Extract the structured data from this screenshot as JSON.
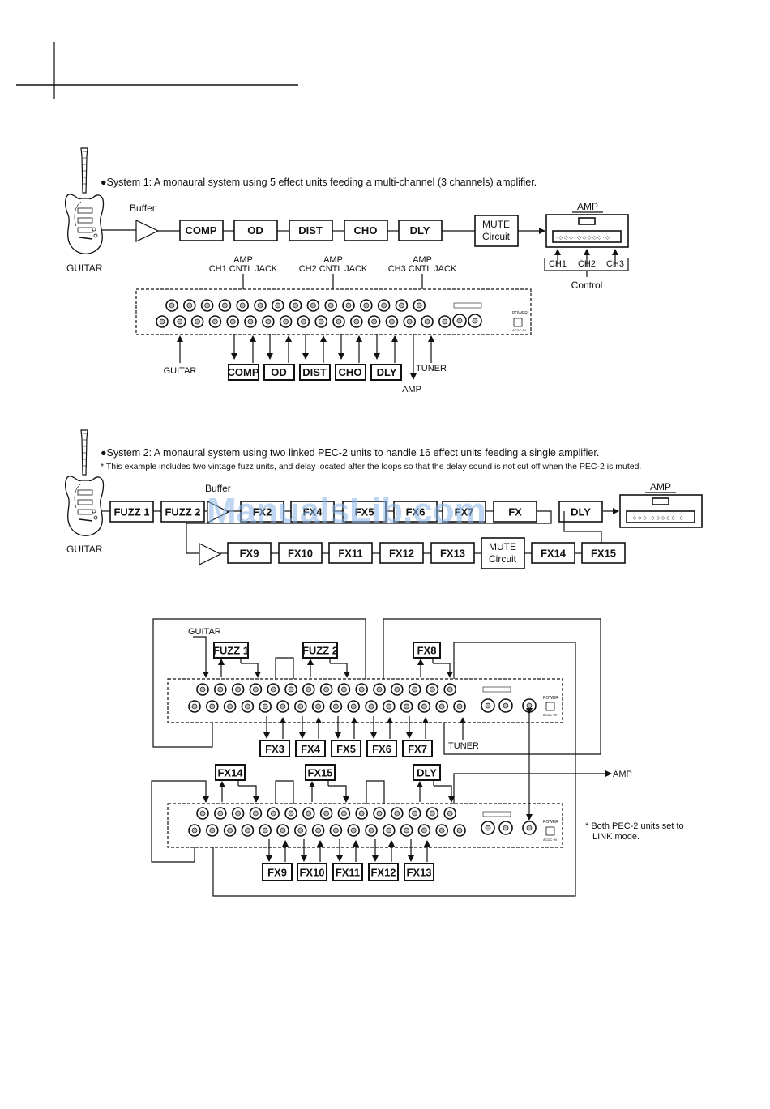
{
  "watermark": "ManualsLib.com",
  "system1": {
    "heading": "●System 1: A monaural system using 5 effect units feeding a multi-channel (3 channels) amplifier.",
    "guitar_label": "GUITAR",
    "buffer_label": "Buffer",
    "chain": [
      "COMP",
      "OD",
      "DIST",
      "CHO",
      "DLY"
    ],
    "mute_line1": "MUTE",
    "mute_line2": "Circuit",
    "amp_label": "AMP",
    "channels": [
      "CH1",
      "CH2",
      "CH3"
    ],
    "control_label": "Control",
    "cntl_amp": [
      "AMP",
      "AMP",
      "AMP"
    ],
    "cntl_jacks": [
      "CH1 CNTL JACK",
      "CH2 CNTL JACK",
      "CH3 CNTL JACK"
    ],
    "panel_guitar_label": "GUITAR",
    "panel_effects": [
      "COMP",
      "OD",
      "DIST",
      "CHO",
      "DLY"
    ],
    "tuner_label": "TUNER",
    "amp_out_label": "AMP"
  },
  "system2": {
    "heading": "●System 2: A monaural system using two linked PEC-2 units to handle 16 effect units feeding a single amplifier.",
    "note": "* This example includes two vintage fuzz units, and delay located after the loops so that the delay sound is not cut off when the PEC-2 is muted.",
    "guitar_label": "GUITAR",
    "buffer_label": "Buffer",
    "row1": [
      "FUZZ 1",
      "FUZZ 2",
      "FX2",
      "FX4",
      "FX5",
      "FX6",
      "FX7",
      "FX",
      "DLY"
    ],
    "amp_label": "AMP",
    "row2": [
      "FX9",
      "FX10",
      "FX11",
      "FX12",
      "FX13",
      "FX14",
      "FX15"
    ],
    "mute_line1": "MUTE",
    "mute_line2": "Circuit"
  },
  "wiring": {
    "guitar_label": "GUITAR",
    "top_effects_above": [
      "FUZZ 1",
      "FUZZ 2",
      "FX8"
    ],
    "top_effects_below": [
      "FX3",
      "FX4",
      "FX5",
      "FX6",
      "FX7"
    ],
    "tuner_label": "TUNER",
    "bottom_effects_above": [
      "FX14",
      "FX15",
      "DLY"
    ],
    "bottom_effects_below": [
      "FX9",
      "FX10",
      "FX11",
      "FX12",
      "FX13"
    ],
    "amp_label": "AMP",
    "link_note_line1": "* Both PEC-2 units set to",
    "link_note_line2": "LINK mode."
  }
}
